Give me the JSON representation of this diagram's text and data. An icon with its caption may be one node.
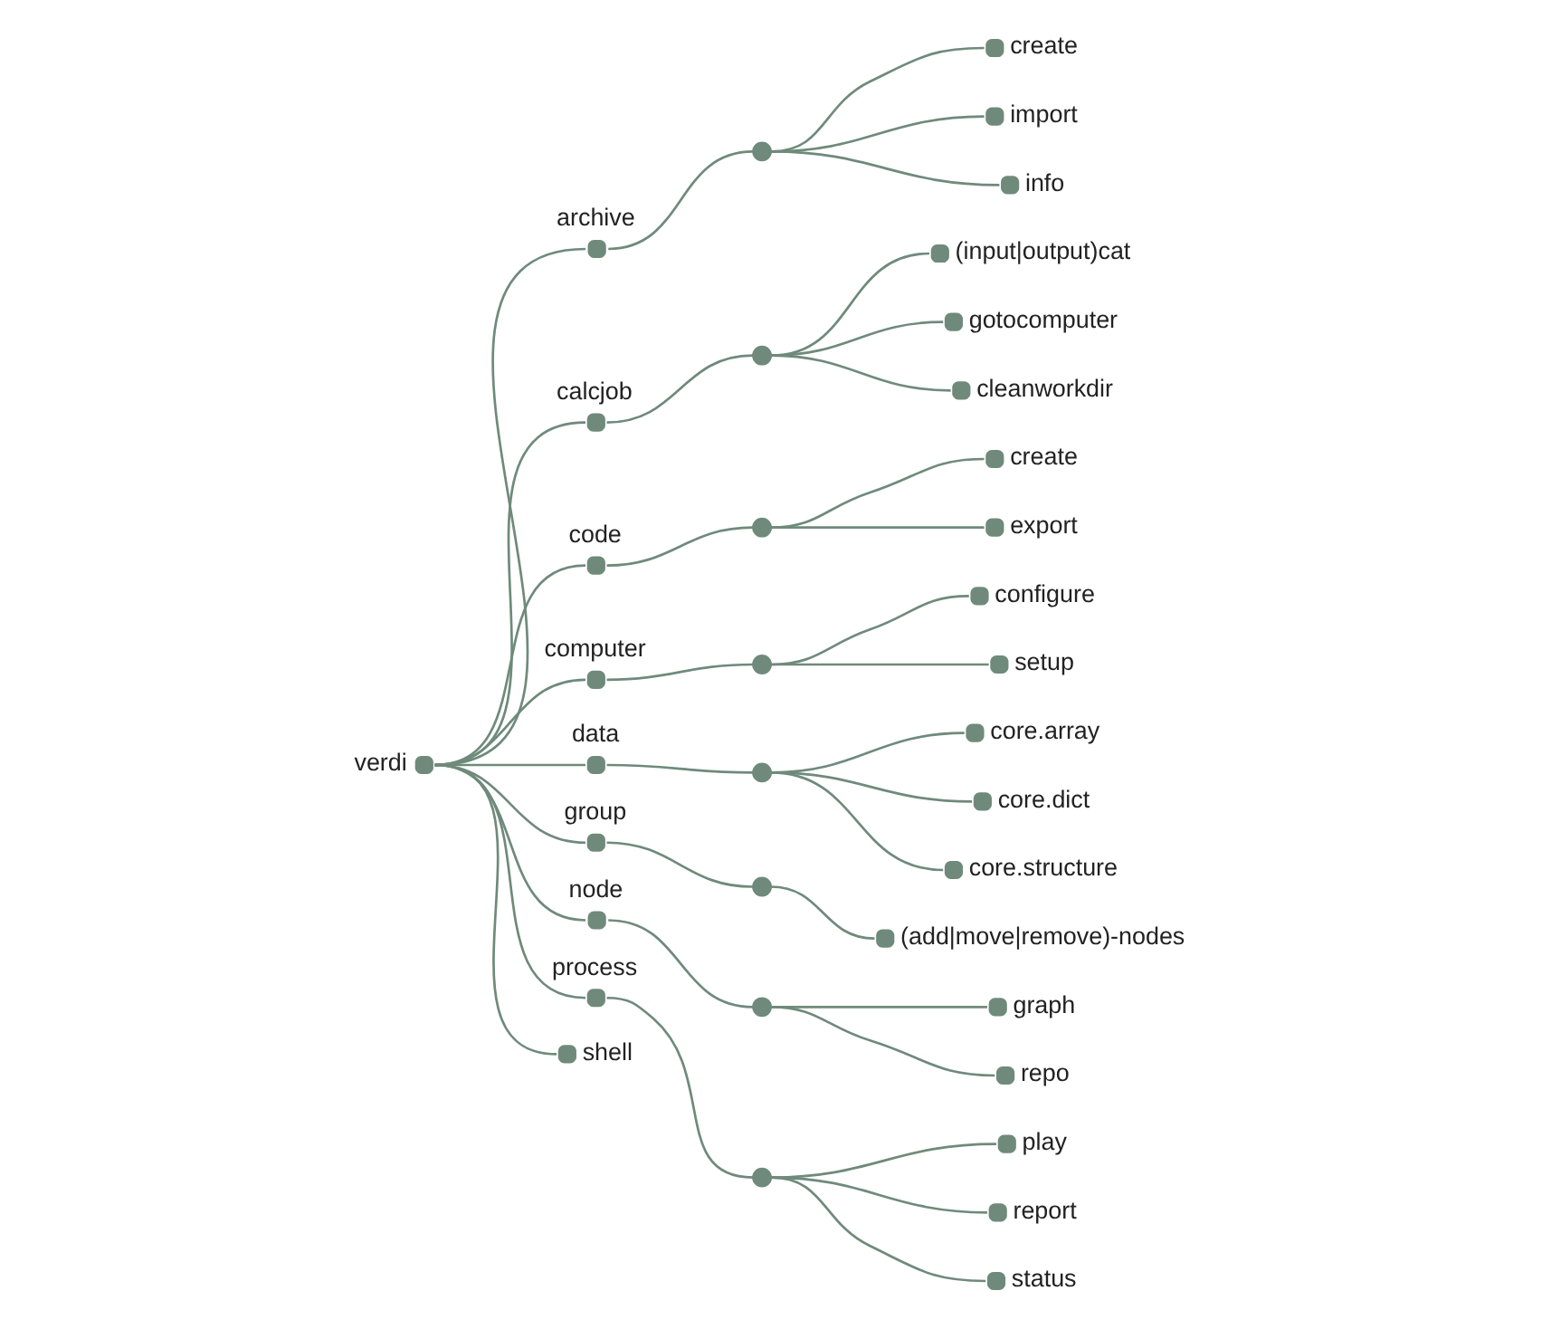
{
  "diagram": {
    "nodes": [
      {
        "text": [
          "verdi"
        ]
      },
      {
        "text": [
          "archive"
        ]
      },
      {
        "text": [],
        "shape": "circle"
      },
      {
        "text": [
          "create"
        ]
      },
      {
        "text": [
          "import"
        ]
      },
      {
        "text": [
          "info"
        ]
      },
      {
        "text": [
          "calcjob"
        ]
      },
      {
        "text": [],
        "shape": "circle"
      },
      {
        "text": [
          "(input|output)cat"
        ]
      },
      {
        "text": [
          "gotocomputer"
        ]
      },
      {
        "text": [
          "cleanworkdir"
        ]
      },
      {
        "text": [
          "code"
        ]
      },
      {
        "text": [],
        "shape": "circle"
      },
      {
        "text": [
          "create"
        ]
      },
      {
        "text": [
          "export"
        ]
      },
      {
        "text": [
          "computer"
        ]
      },
      {
        "text": [],
        "shape": "circle"
      },
      {
        "text": [
          "configure"
        ]
      },
      {
        "text": [
          "setup"
        ]
      },
      {
        "text": [
          "data"
        ]
      },
      {
        "text": [],
        "shape": "circle"
      },
      {
        "text": [
          "core.array"
        ]
      },
      {
        "text": [
          "core.dict"
        ]
      },
      {
        "text": [
          "core.structure"
        ]
      },
      {
        "text": [
          "group"
        ]
      },
      {
        "text": [],
        "shape": "circle"
      },
      {
        "text": [
          "(add|move|remove)-nodes"
        ]
      },
      {
        "text": [
          "node"
        ]
      },
      {
        "text": [],
        "shape": "circle"
      },
      {
        "text": [
          "graph"
        ]
      },
      {
        "text": [
          "repo"
        ]
      },
      {
        "text": [
          "process"
        ]
      },
      {
        "text": [],
        "shape": "circle"
      },
      {
        "text": [
          "play"
        ]
      },
      {
        "text": [
          "report"
        ]
      },
      {
        "text": [
          "status"
        ]
      },
      {
        "text": [
          "shell"
        ]
      }
    ],
    "edges": [
      {
        "from": 0,
        "to": 1,
        "arrow": "none"
      },
      {
        "from": 1,
        "to": 2,
        "arrow": "none"
      },
      {
        "from": 2,
        "to": 3,
        "arrow": "none"
      },
      {
        "from": 2,
        "to": 4,
        "arrow": "none"
      },
      {
        "from": 2,
        "to": 5,
        "arrow": "none"
      },
      {
        "from": 0,
        "to": 6,
        "arrow": "none"
      },
      {
        "from": 6,
        "to": 7,
        "arrow": "none"
      },
      {
        "from": 7,
        "to": 8,
        "arrow": "none"
      },
      {
        "from": 7,
        "to": 9,
        "arrow": "none"
      },
      {
        "from": 7,
        "to": 10,
        "arrow": "none"
      },
      {
        "from": 0,
        "to": 11,
        "arrow": "none"
      },
      {
        "from": 11,
        "to": 12,
        "arrow": "none"
      },
      {
        "from": 12,
        "to": 13,
        "arrow": "none"
      },
      {
        "from": 12,
        "to": 14,
        "arrow": "none"
      },
      {
        "from": 0,
        "to": 15,
        "arrow": "none"
      },
      {
        "from": 15,
        "to": 16,
        "arrow": "none"
      },
      {
        "from": 16,
        "to": 17,
        "arrow": "none"
      },
      {
        "from": 16,
        "to": 18,
        "arrow": "none"
      },
      {
        "from": 0,
        "to": 19,
        "arrow": "none"
      },
      {
        "from": 19,
        "to": 20,
        "arrow": "none"
      },
      {
        "from": 20,
        "to": 21,
        "arrow": "none"
      },
      {
        "from": 20,
        "to": 22,
        "arrow": "none"
      },
      {
        "from": 20,
        "to": 23,
        "arrow": "none"
      },
      {
        "from": 0,
        "to": 24,
        "arrow": "none"
      },
      {
        "from": 24,
        "to": 25,
        "arrow": "none"
      },
      {
        "from": 25,
        "to": 26,
        "arrow": "none"
      },
      {
        "from": 0,
        "to": 27,
        "arrow": "none"
      },
      {
        "from": 27,
        "to": 28,
        "arrow": "none"
      },
      {
        "from": 28,
        "to": 29,
        "arrow": "none"
      },
      {
        "from": 28,
        "to": 30,
        "arrow": "none"
      },
      {
        "from": 0,
        "to": 31,
        "arrow": "none"
      },
      {
        "from": 31,
        "to": 32,
        "arrow": "none"
      },
      {
        "from": 32,
        "to": 33,
        "arrow": "none"
      },
      {
        "from": 32,
        "to": 34,
        "arrow": "none"
      },
      {
        "from": 32,
        "to": 35,
        "arrow": "none"
      },
      {
        "from": 0,
        "to": 36,
        "arrow": "none"
      }
    ]
  }
}
